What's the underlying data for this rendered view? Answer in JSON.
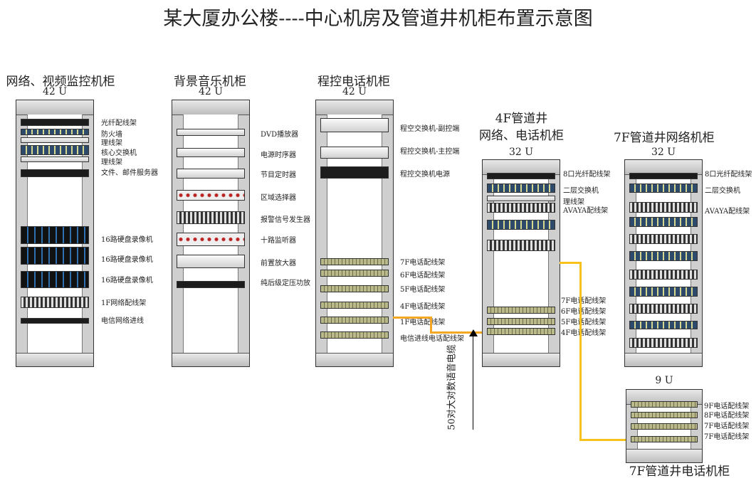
{
  "title": "某大厦办公楼----中心机房及管道井机柜布置示意图",
  "racks": [
    {
      "name": "网络、视频监控机柜",
      "units": "42 U",
      "labels": [
        "光纤配线架",
        "防火墙",
        "理线架",
        "核心交换机",
        "理线架",
        "文件、邮件服务器",
        "16路硬盘录像机",
        "16路硬盘录像机",
        "16路硬盘录像机",
        "1F网络配线架",
        "电信网络进线"
      ]
    },
    {
      "name": "背景音乐机柜",
      "units": "42 U",
      "labels": [
        "DVD播放器",
        "电源时序器",
        "节目定时器",
        "区域选择器",
        "报警信号发生器",
        "十路监听器",
        "前置放大器",
        "纯后级定压功放"
      ]
    },
    {
      "name": "程控电话机柜",
      "units": "42 U",
      "labels": [
        "程空交换机-副控端",
        "程控交换机-主控端",
        "程控交换机电源",
        "7F电话配线架",
        "6F电话配线架",
        "5F电话配线架",
        "4F电话配线架",
        "1F电话配线架",
        "电信进线电话配线架"
      ]
    },
    {
      "name_line1": "4F管道井",
      "name": "网络、电话机柜",
      "units": "32 U",
      "labels": [
        "8口光纤配线架",
        "二层交换机",
        "理线架",
        "AVAYA配线架",
        "7F电话配线架",
        "6F电话配线架",
        "5F电话配线架",
        "4F电话配线架"
      ]
    },
    {
      "name": "7F管道井网络机柜",
      "units": "32 U",
      "labels": [
        "8口光纤配线架",
        "二层交换机",
        "AVAYA配线架"
      ]
    },
    {
      "name": "7F管道井电话机柜",
      "units": "9 U",
      "labels": [
        "9F电话配线架",
        "8F电话配线架",
        "7F电话配线架",
        "7F电话配线架"
      ]
    }
  ],
  "cable_label": "50对大对数语音电缆",
  "colors": {
    "orange_cable": "#f5a623",
    "yellow_cable": "#f7c21b"
  }
}
